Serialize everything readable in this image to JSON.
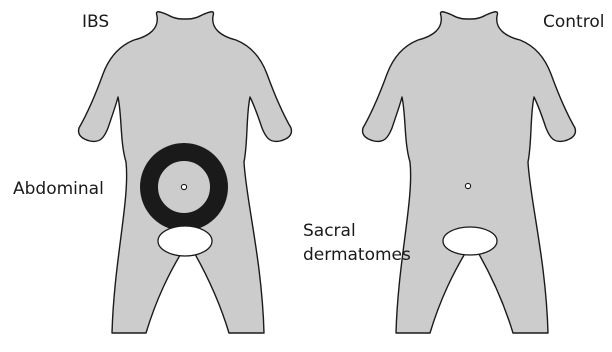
{
  "labels": {
    "ibs": "IBS",
    "control": "Control",
    "abdominal": "Abdominal",
    "sacral_line1": "Sacral",
    "sacral_line2": "dermatomes"
  },
  "colors": {
    "body_fill": "#cccccc",
    "outline": "#1a1a1a",
    "abdominal_ring": "#1a1a1a",
    "sacral_region": "#ffffff",
    "background": "#ffffff"
  },
  "figures": [
    {
      "name": "ibs-figure",
      "label": "IBS",
      "abdominal_area_marked": true,
      "sacral_area_marked": true
    },
    {
      "name": "control-figure",
      "label": "Control",
      "abdominal_area_marked": false,
      "sacral_area_marked": true
    }
  ]
}
